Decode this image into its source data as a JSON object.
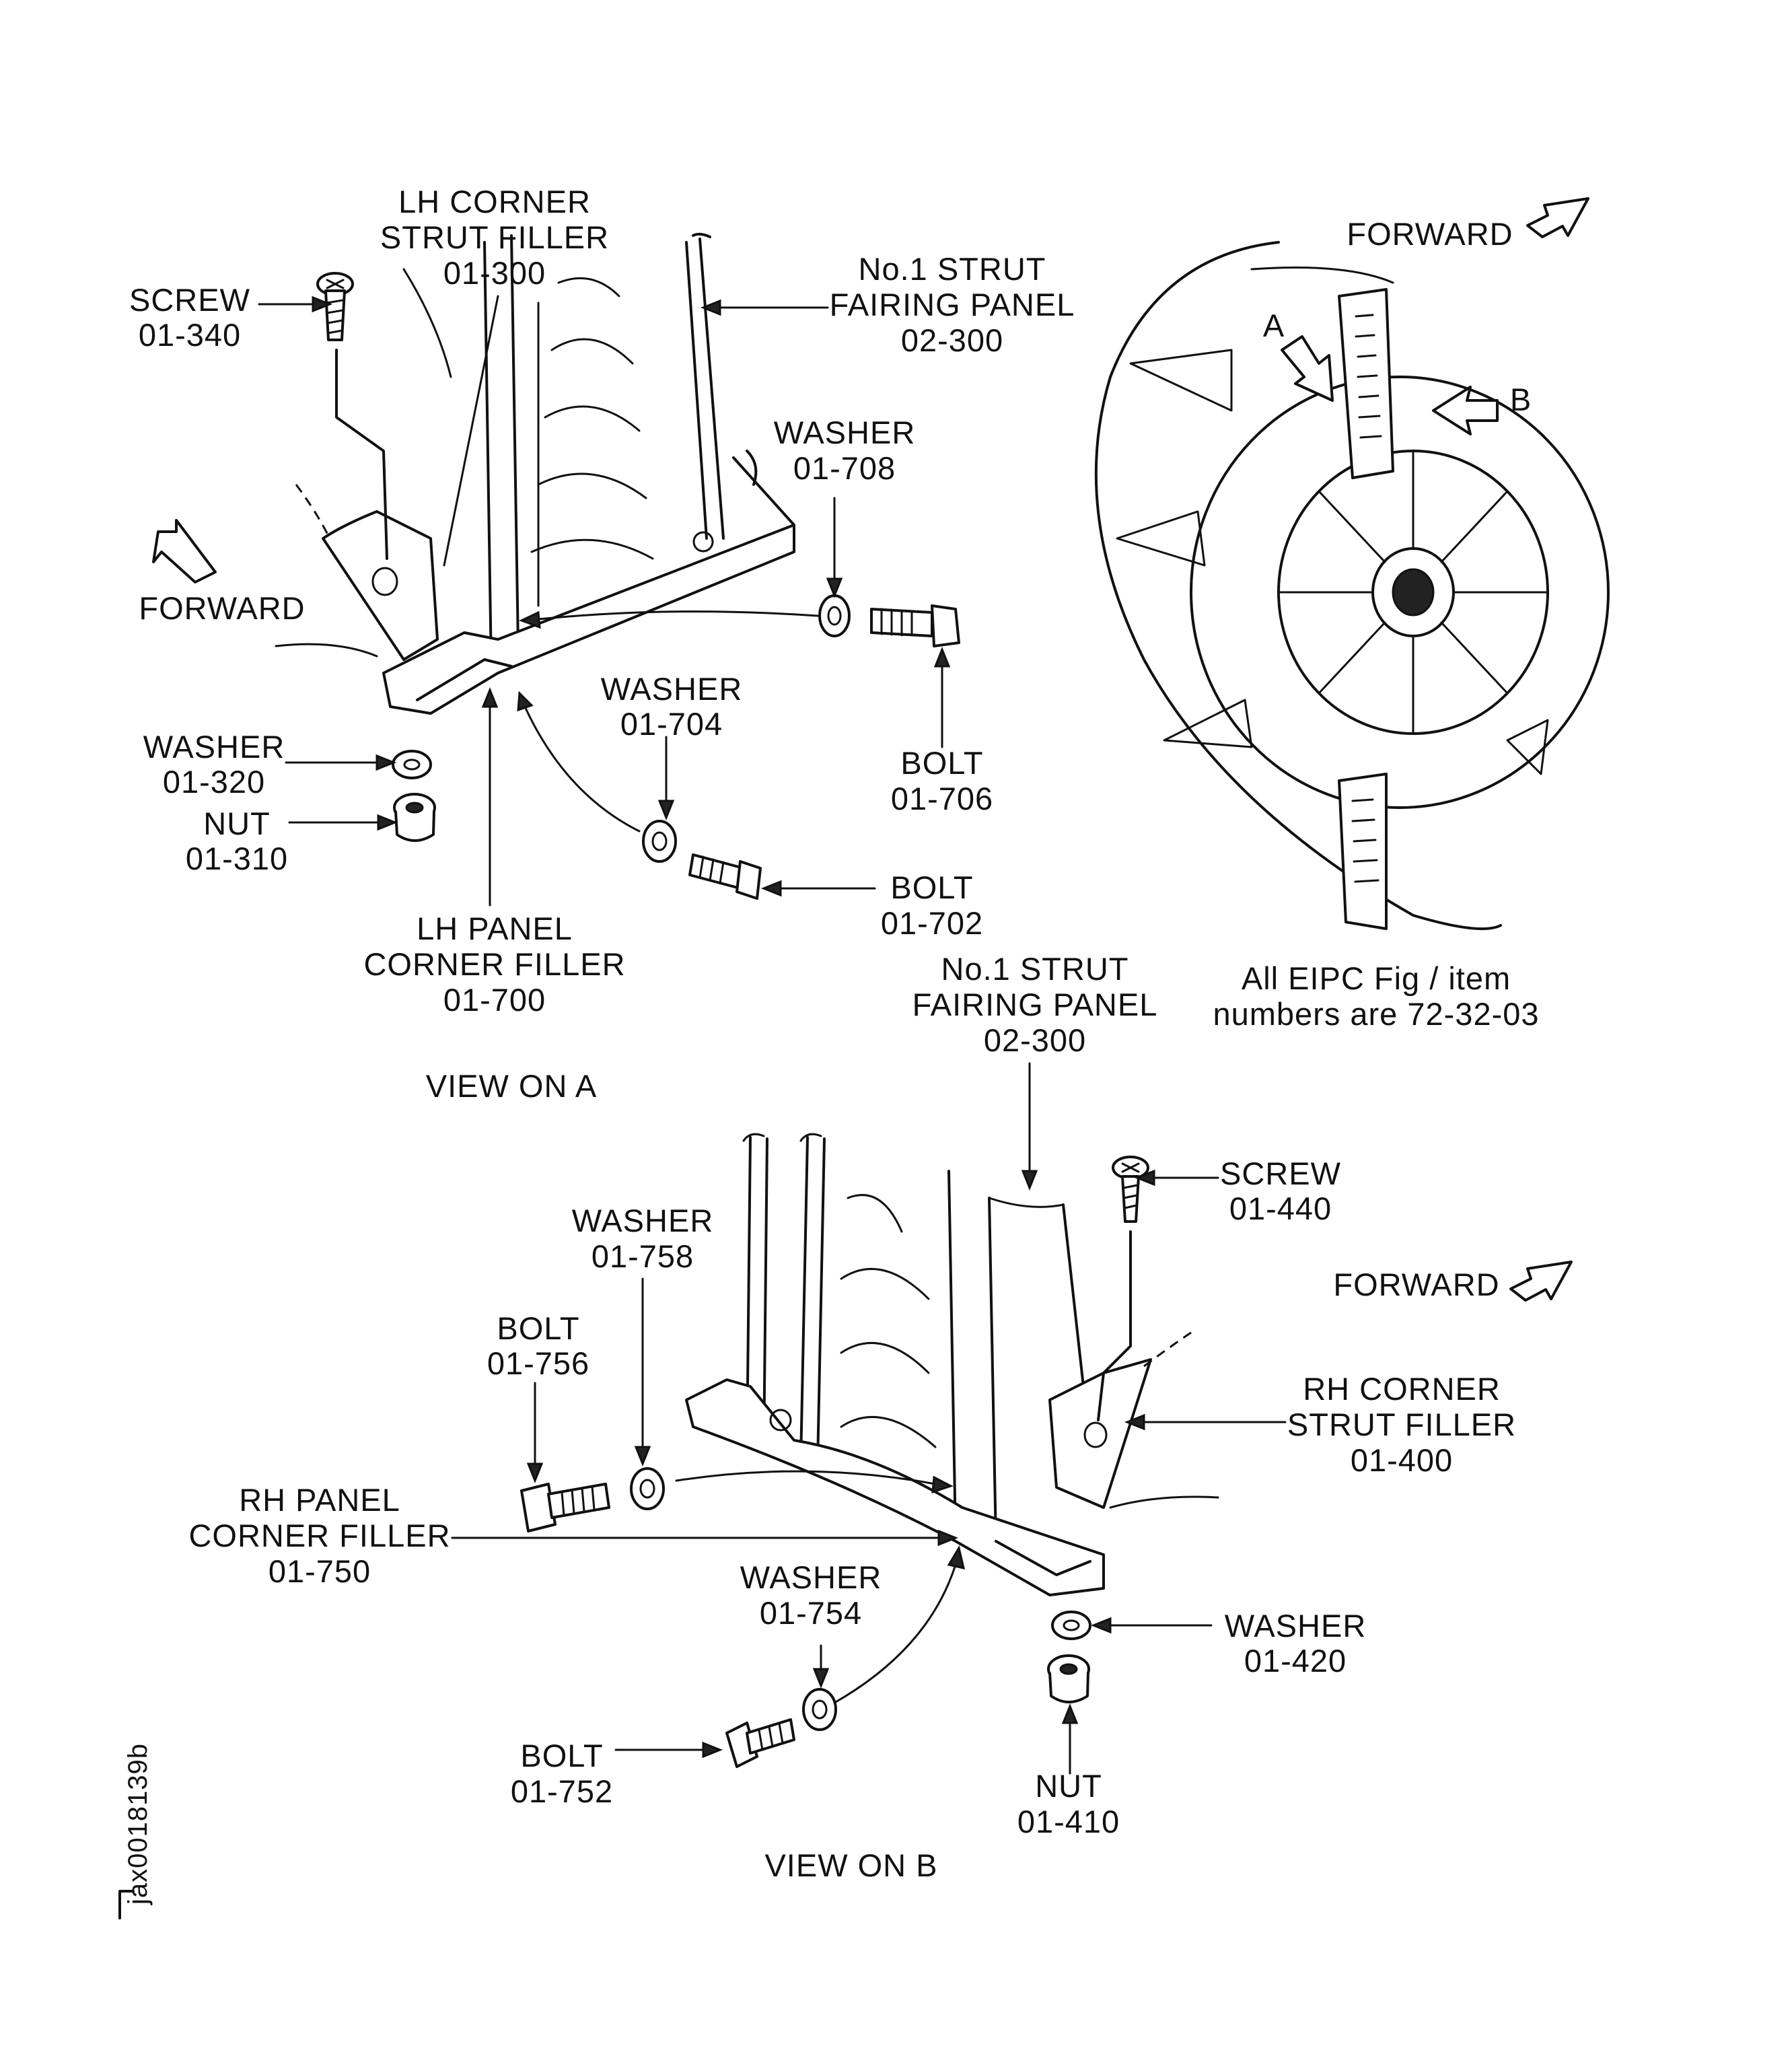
{
  "labels": {
    "lh_corner_strut_filler": [
      "LH CORNER",
      "STRUT FILLER",
      "01-300"
    ],
    "screw_340": [
      "SCREW",
      "01-340"
    ],
    "strut_panel_a": [
      "No.1 STRUT",
      "FAIRING PANEL",
      "02-300"
    ],
    "washer_708": [
      "WASHER",
      "01-708"
    ],
    "forward_a": "FORWARD",
    "washer_704": [
      "WASHER",
      "01-704"
    ],
    "washer_320": [
      "WASHER",
      "01-320"
    ],
    "nut_310": [
      "NUT",
      "01-310"
    ],
    "bolt_706": [
      "BOLT",
      "01-706"
    ],
    "bolt_702": [
      "BOLT",
      "01-702"
    ],
    "lh_panel_corner_filler": [
      "LH PANEL",
      "CORNER FILLER",
      "01-700"
    ],
    "view_a": "VIEW ON A",
    "forward_top": "FORWARD",
    "arrow_a": "A",
    "arrow_b": "B",
    "eipc_note": [
      "All EIPC Fig / item",
      "numbers are 72-32-03"
    ],
    "strut_panel_b": [
      "No.1 STRUT",
      "FAIRING PANEL",
      "02-300"
    ],
    "screw_440": [
      "SCREW",
      "01-440"
    ],
    "forward_b": "FORWARD",
    "washer_758": [
      "WASHER",
      "01-758"
    ],
    "bolt_756": [
      "BOLT",
      "01-756"
    ],
    "rh_corner_strut_filler": [
      "RH CORNER",
      "STRUT FILLER",
      "01-400"
    ],
    "rh_panel_corner_filler": [
      "RH PANEL",
      "CORNER FILLER",
      "01-750"
    ],
    "washer_754": [
      "WASHER",
      "01-754"
    ],
    "washer_420": [
      "WASHER",
      "01-420"
    ],
    "bolt_752": [
      "BOLT",
      "01-752"
    ],
    "nut_410": [
      "NUT",
      "01-410"
    ],
    "view_b": "VIEW ON B"
  },
  "figure_id": "jax0018139b"
}
